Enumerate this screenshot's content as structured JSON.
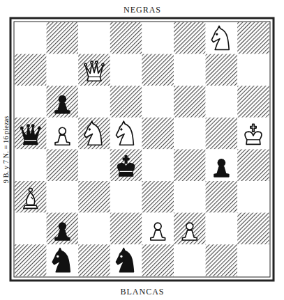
{
  "diagram": {
    "labels": [
      "NEGRAS",
      "9 B. y 7 N. = 16 piezas",
      "BLANCAS"
    ]
  }
}
